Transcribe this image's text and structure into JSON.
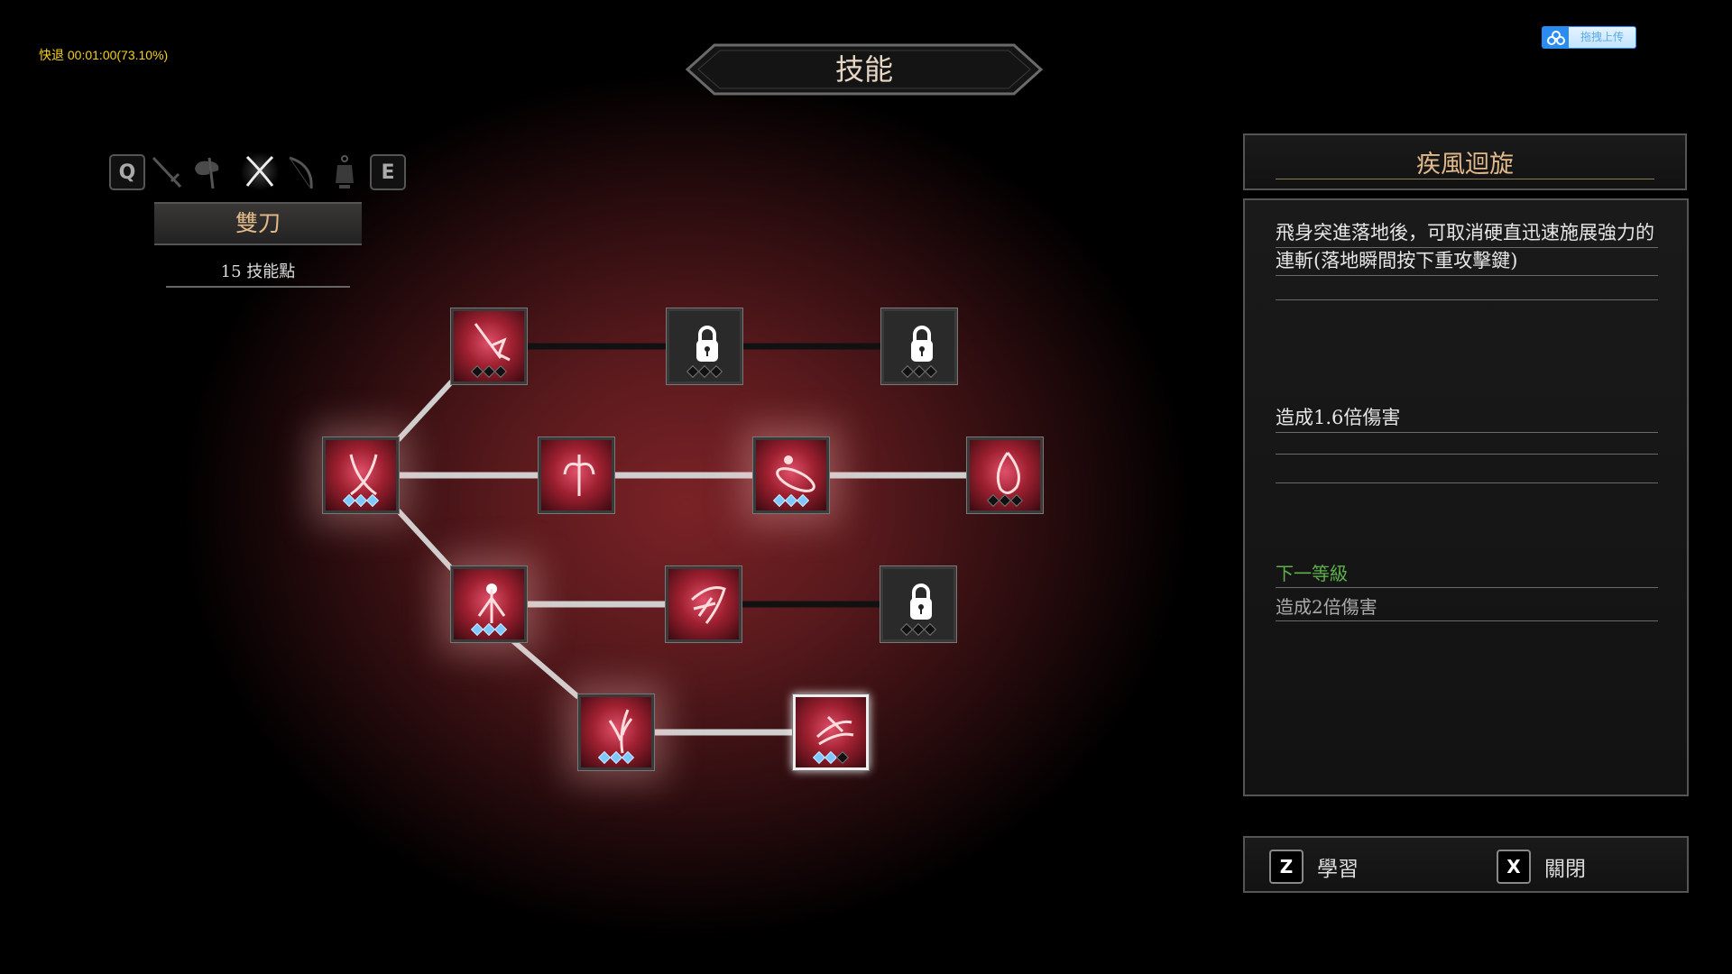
{
  "overlay": {
    "rewind_text": "快退 00:01:00(73.10%)",
    "upload_label": "拖拽上传"
  },
  "header": {
    "title": "技能"
  },
  "weapons": {
    "prev_key": "Q",
    "next_key": "E",
    "tabs": [
      {
        "name": "sword",
        "icon": "sword-icon",
        "active": false
      },
      {
        "name": "axe",
        "icon": "axe-icon",
        "active": false
      },
      {
        "name": "dual-blades",
        "icon": "crossed-blades-icon",
        "active": true
      },
      {
        "name": "bow",
        "icon": "bow-icon",
        "active": false
      },
      {
        "name": "lantern",
        "icon": "lantern-icon",
        "active": false
      }
    ],
    "selected_name": "雙刀",
    "skill_points": "15 技能點"
  },
  "tree": {
    "nodes": [
      {
        "id": "r1c1",
        "state": "unlocked",
        "level": 0,
        "max": 3
      },
      {
        "id": "r1c2",
        "state": "locked",
        "level": 0,
        "max": 3
      },
      {
        "id": "r1c3",
        "state": "locked",
        "level": 0,
        "max": 3
      },
      {
        "id": "r2c1",
        "state": "unlocked",
        "level": 3,
        "max": 3
      },
      {
        "id": "r2c2",
        "state": "unlocked",
        "level": 0,
        "max": 0
      },
      {
        "id": "r2c3",
        "state": "unlocked",
        "level": 3,
        "max": 3
      },
      {
        "id": "r2c4",
        "state": "unlocked",
        "level": 0,
        "max": 3
      },
      {
        "id": "r3c1",
        "state": "unlocked",
        "level": 3,
        "max": 3
      },
      {
        "id": "r3c2",
        "state": "unlocked",
        "level": 0,
        "max": 0
      },
      {
        "id": "r3c3",
        "state": "locked",
        "level": 0,
        "max": 3
      },
      {
        "id": "r4c1",
        "state": "unlocked",
        "level": 3,
        "max": 3
      },
      {
        "id": "r4c2",
        "state": "selected",
        "level": 2,
        "max": 3
      }
    ]
  },
  "details": {
    "skill_name": "疾風迴旋",
    "description_lines": [
      "飛身突進落地後，可取消硬直迅速施展強力的",
      "連斬(落地瞬間按下重攻擊鍵)"
    ],
    "current_effect": "造成1.6倍傷害",
    "next_level_label": "下一等級",
    "next_effect": "造成2倍傷害",
    "colors": {
      "next_level": "#5db04a",
      "title": "#e2b98a"
    }
  },
  "actions": {
    "learn": {
      "key": "Z",
      "label": "學習"
    },
    "close": {
      "key": "X",
      "label": "關閉"
    }
  }
}
